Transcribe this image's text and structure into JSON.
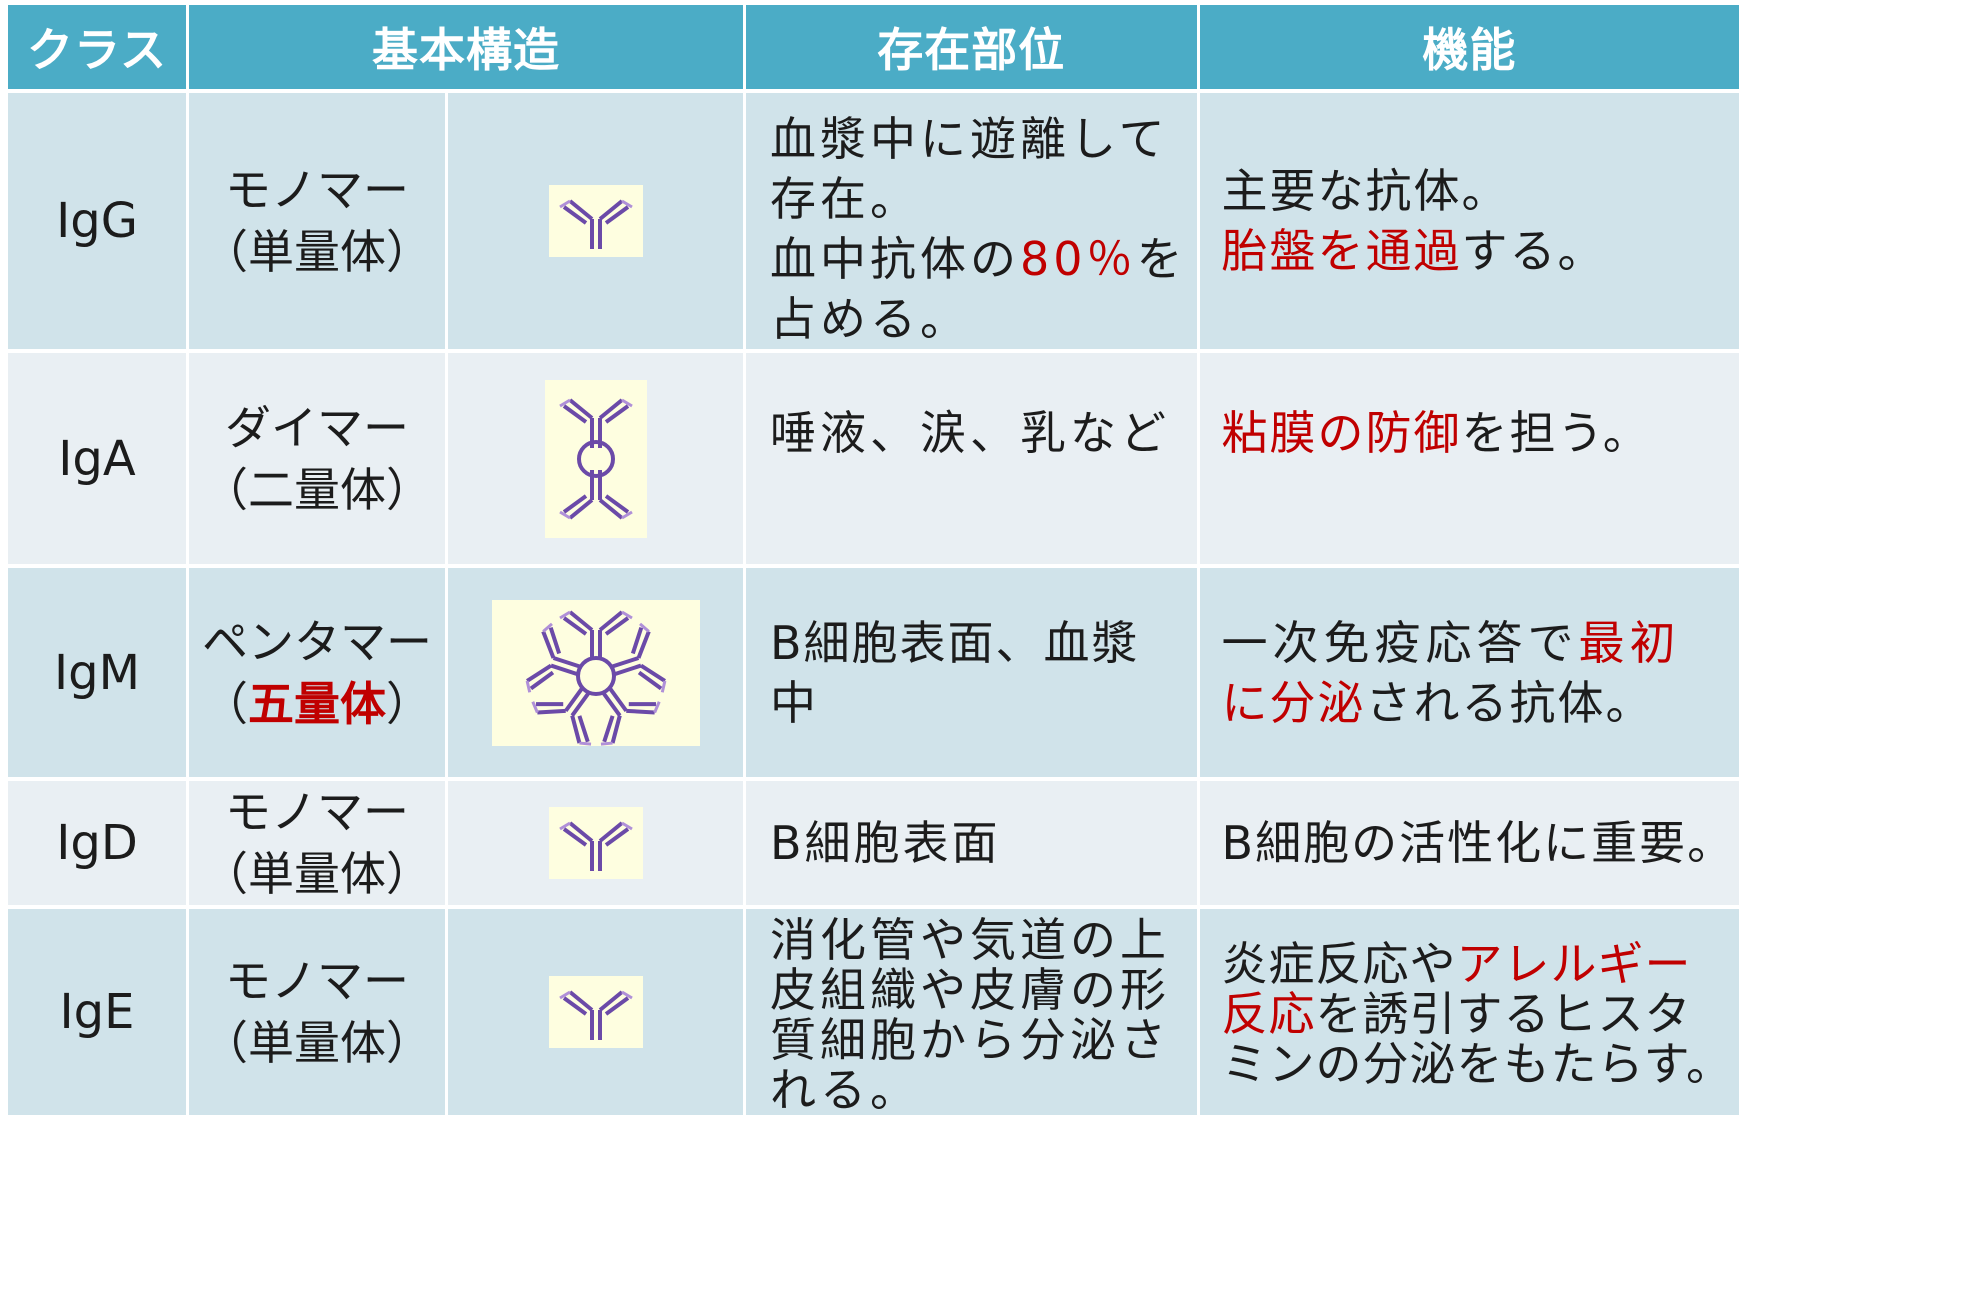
{
  "headers": {
    "class": "クラス",
    "structure": "基本構造",
    "location": "存在部位",
    "function": "機能"
  },
  "rows": [
    {
      "class": "IgG",
      "struct_line1": "モノマー",
      "struct_line2": "（単量体）",
      "icon": "monomer-antibody-icon",
      "location_lines": [
        "血漿中に遊離して",
        "存在。",
        "血中抗体の",
        "80％",
        "を",
        "占める。"
      ],
      "function_lines": [
        "主要な抗体。",
        "胎盤を通過",
        "する。"
      ]
    },
    {
      "class": "IgA",
      "struct_line1": "ダイマー",
      "struct_line2": "（二量体）",
      "icon": "dimer-antibody-icon",
      "location": "唾液、涙、乳など",
      "function_red": "粘膜の防御",
      "function_rest": "を担う。"
    },
    {
      "class": "IgM",
      "struct_line1": "ペンタマー",
      "struct_line2_pre": "（",
      "struct_line2_red": "五量体",
      "struct_line2_post": "）",
      "icon": "pentamer-antibody-icon",
      "location": "B細胞表面、血漿中",
      "function_a": "一次免疫応答で",
      "function_b": "最初",
      "function_c": "に分泌",
      "function_d": "される抗体。"
    },
    {
      "class": "IgD",
      "struct_line1": "モノマー",
      "struct_line2": "（単量体）",
      "icon": "monomer-antibody-icon",
      "location": "B細胞表面",
      "function": "B細胞の活性化に重要。"
    },
    {
      "class": "IgE",
      "struct_line1": "モノマー",
      "struct_line2": "（単量体）",
      "icon": "monomer-antibody-icon",
      "location_lines": [
        "消化管や気道の上",
        "皮組織や皮膚の形",
        "質細胞から分泌さ",
        "れる。"
      ],
      "function_a": "炎症反応や",
      "function_b": "アレルギー",
      "function_c": "反応",
      "function_d": "を誘引するヒスタ",
      "function_e": "ミンの分泌をもたらす。"
    }
  ],
  "colors": {
    "header_bg": "#4bacc6",
    "row_odd": "#d0e3ea",
    "row_even": "#e9eff3",
    "accent_red": "#c00000",
    "icon_bg": "#fefee0",
    "icon_stroke": "#7a4fb0"
  }
}
